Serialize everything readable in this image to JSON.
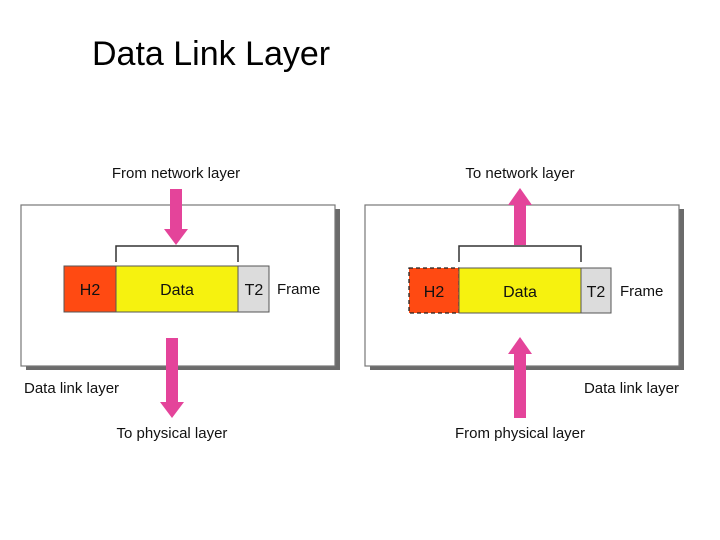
{
  "title": "Data Link Layer",
  "colors": {
    "header": "#ff4a12",
    "data": "#f6f20f",
    "trailer": "#dcdcdc",
    "arrow": "#e4449a",
    "box_border": "#777777",
    "box_shadow": "#6b6b6b"
  },
  "sender": {
    "top_label": "From network layer",
    "bottom_label": "To physical layer",
    "layer_label": "Data link layer",
    "header": "H2",
    "data": "Data",
    "trailer": "T2",
    "frame_label": "Frame"
  },
  "receiver": {
    "top_label": "To network layer",
    "bottom_label": "From physical layer",
    "layer_label": "Data link layer",
    "header": "H2",
    "data": "Data",
    "trailer": "T2",
    "frame_label": "Frame"
  }
}
